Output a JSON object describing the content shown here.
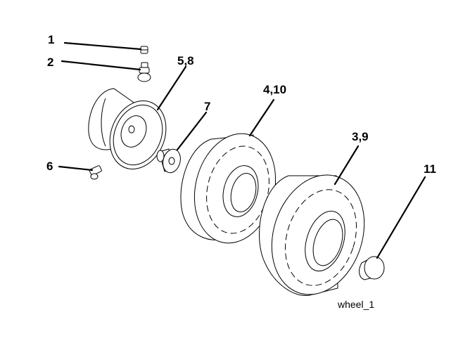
{
  "callouts": {
    "c1": "1",
    "c2": "2",
    "c58": "5,8",
    "c7": "7",
    "c410": "4,10",
    "c6": "6",
    "c39": "3,9",
    "c11": "11"
  },
  "caption": "wheel_1"
}
